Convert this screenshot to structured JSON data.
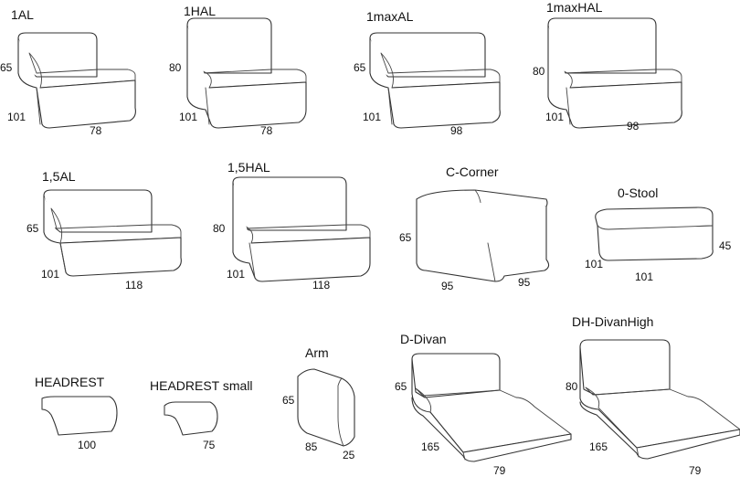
{
  "modules": [
    {
      "id": "1al",
      "name": "1AL",
      "dims": [
        "65",
        "101",
        "78"
      ]
    },
    {
      "id": "1hal",
      "name": "1HAL",
      "dims": [
        "80",
        "101",
        "78"
      ]
    },
    {
      "id": "1maxal",
      "name": "1maxAL",
      "dims": [
        "65",
        "101",
        "98"
      ]
    },
    {
      "id": "1maxhal",
      "name": "1maxHAL",
      "dims": [
        "80",
        "101",
        "98"
      ]
    },
    {
      "id": "15al",
      "name": "1,5AL",
      "dims": [
        "65",
        "101",
        "118"
      ]
    },
    {
      "id": "15hal",
      "name": "1,5HAL",
      "dims": [
        "80",
        "101",
        "118"
      ]
    },
    {
      "id": "ccorner",
      "name": "C-Corner",
      "dims": [
        "65",
        "95",
        "95"
      ]
    },
    {
      "id": "0stool",
      "name": "0-Stool",
      "dims": [
        "45",
        "101",
        "101"
      ]
    },
    {
      "id": "headrest",
      "name": "HEADREST",
      "dims": [
        "100"
      ]
    },
    {
      "id": "headrestsmall",
      "name": "HEADREST small",
      "dims": [
        "75"
      ]
    },
    {
      "id": "arm",
      "name": "Arm",
      "dims": [
        "65",
        "85",
        "25"
      ]
    },
    {
      "id": "ddivan",
      "name": "D-Divan",
      "dims": [
        "65",
        "165",
        "79"
      ]
    },
    {
      "id": "dhdivanhigh",
      "name": "DH-DivanHigh",
      "dims": [
        "80",
        "165",
        "79"
      ]
    }
  ]
}
